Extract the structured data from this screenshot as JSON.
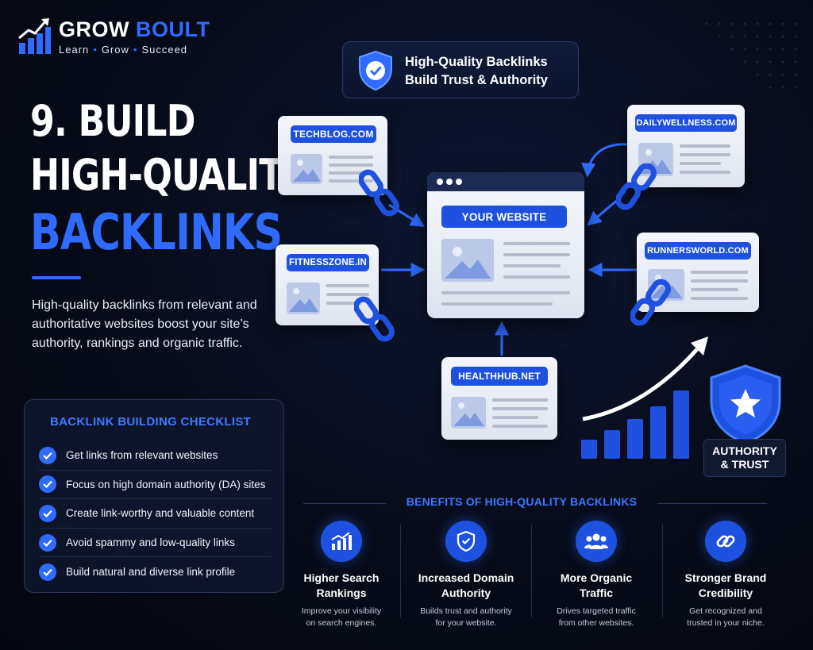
{
  "brand": {
    "name_part1": "GROW",
    "name_part2": "BOULT",
    "tagline": [
      "Learn",
      "Grow",
      "Succeed"
    ]
  },
  "headline": {
    "line1": "9. BUILD",
    "line2": "HIGH-QUALITY",
    "line3": "BACKLINKS"
  },
  "intro": "High-quality backlinks from relevant and authoritative websites boost your site’s authority, rankings and organic traffic.",
  "checklist": {
    "title": "BACKLINK BUILDING CHECKLIST",
    "items": [
      "Get links from relevant websites",
      "Focus on high domain authority (DA) sites",
      "Create link-worthy and valuable content",
      "Avoid spammy and low-quality links",
      "Build natural and diverse link profile"
    ]
  },
  "trust_card": {
    "line1": "High-Quality Backlinks",
    "line2": "Build Trust & Authority"
  },
  "diagram": {
    "center": "YOUR WEBSITE",
    "sites": [
      "TECHBLOG.COM",
      "DAILYWELLNESS.COM",
      "FITNESSZONE.IN",
      "RUNNERSWORLD.COM",
      "HEALTHHUB.NET"
    ]
  },
  "authority": {
    "line1": "AUTHORITY",
    "line2": "& TRUST"
  },
  "benefits": {
    "title": "BENEFITS OF HIGH-QUALITY BACKLINKS",
    "items": [
      {
        "icon": "bar-chart-icon",
        "title1": "Higher Search",
        "title2": "Rankings",
        "desc1": "Improve your visibility",
        "desc2": "on search engines."
      },
      {
        "icon": "shield-icon",
        "title1": "Increased Domain",
        "title2": "Authority",
        "desc1": "Builds trust and authority",
        "desc2": "for your website."
      },
      {
        "icon": "users-icon",
        "title1": "More Organic",
        "title2": "Traffic",
        "desc1": "Drives targeted traffic",
        "desc2": "from other websites."
      },
      {
        "icon": "link-icon",
        "title1": "Stronger Brand",
        "title2": "Credibility",
        "desc1": "Get recognized and",
        "desc2": "trusted in your niche."
      }
    ]
  },
  "colors": {
    "accent": "#2f6bff",
    "label_bg": "#1f51e0",
    "background": "#070b18"
  }
}
